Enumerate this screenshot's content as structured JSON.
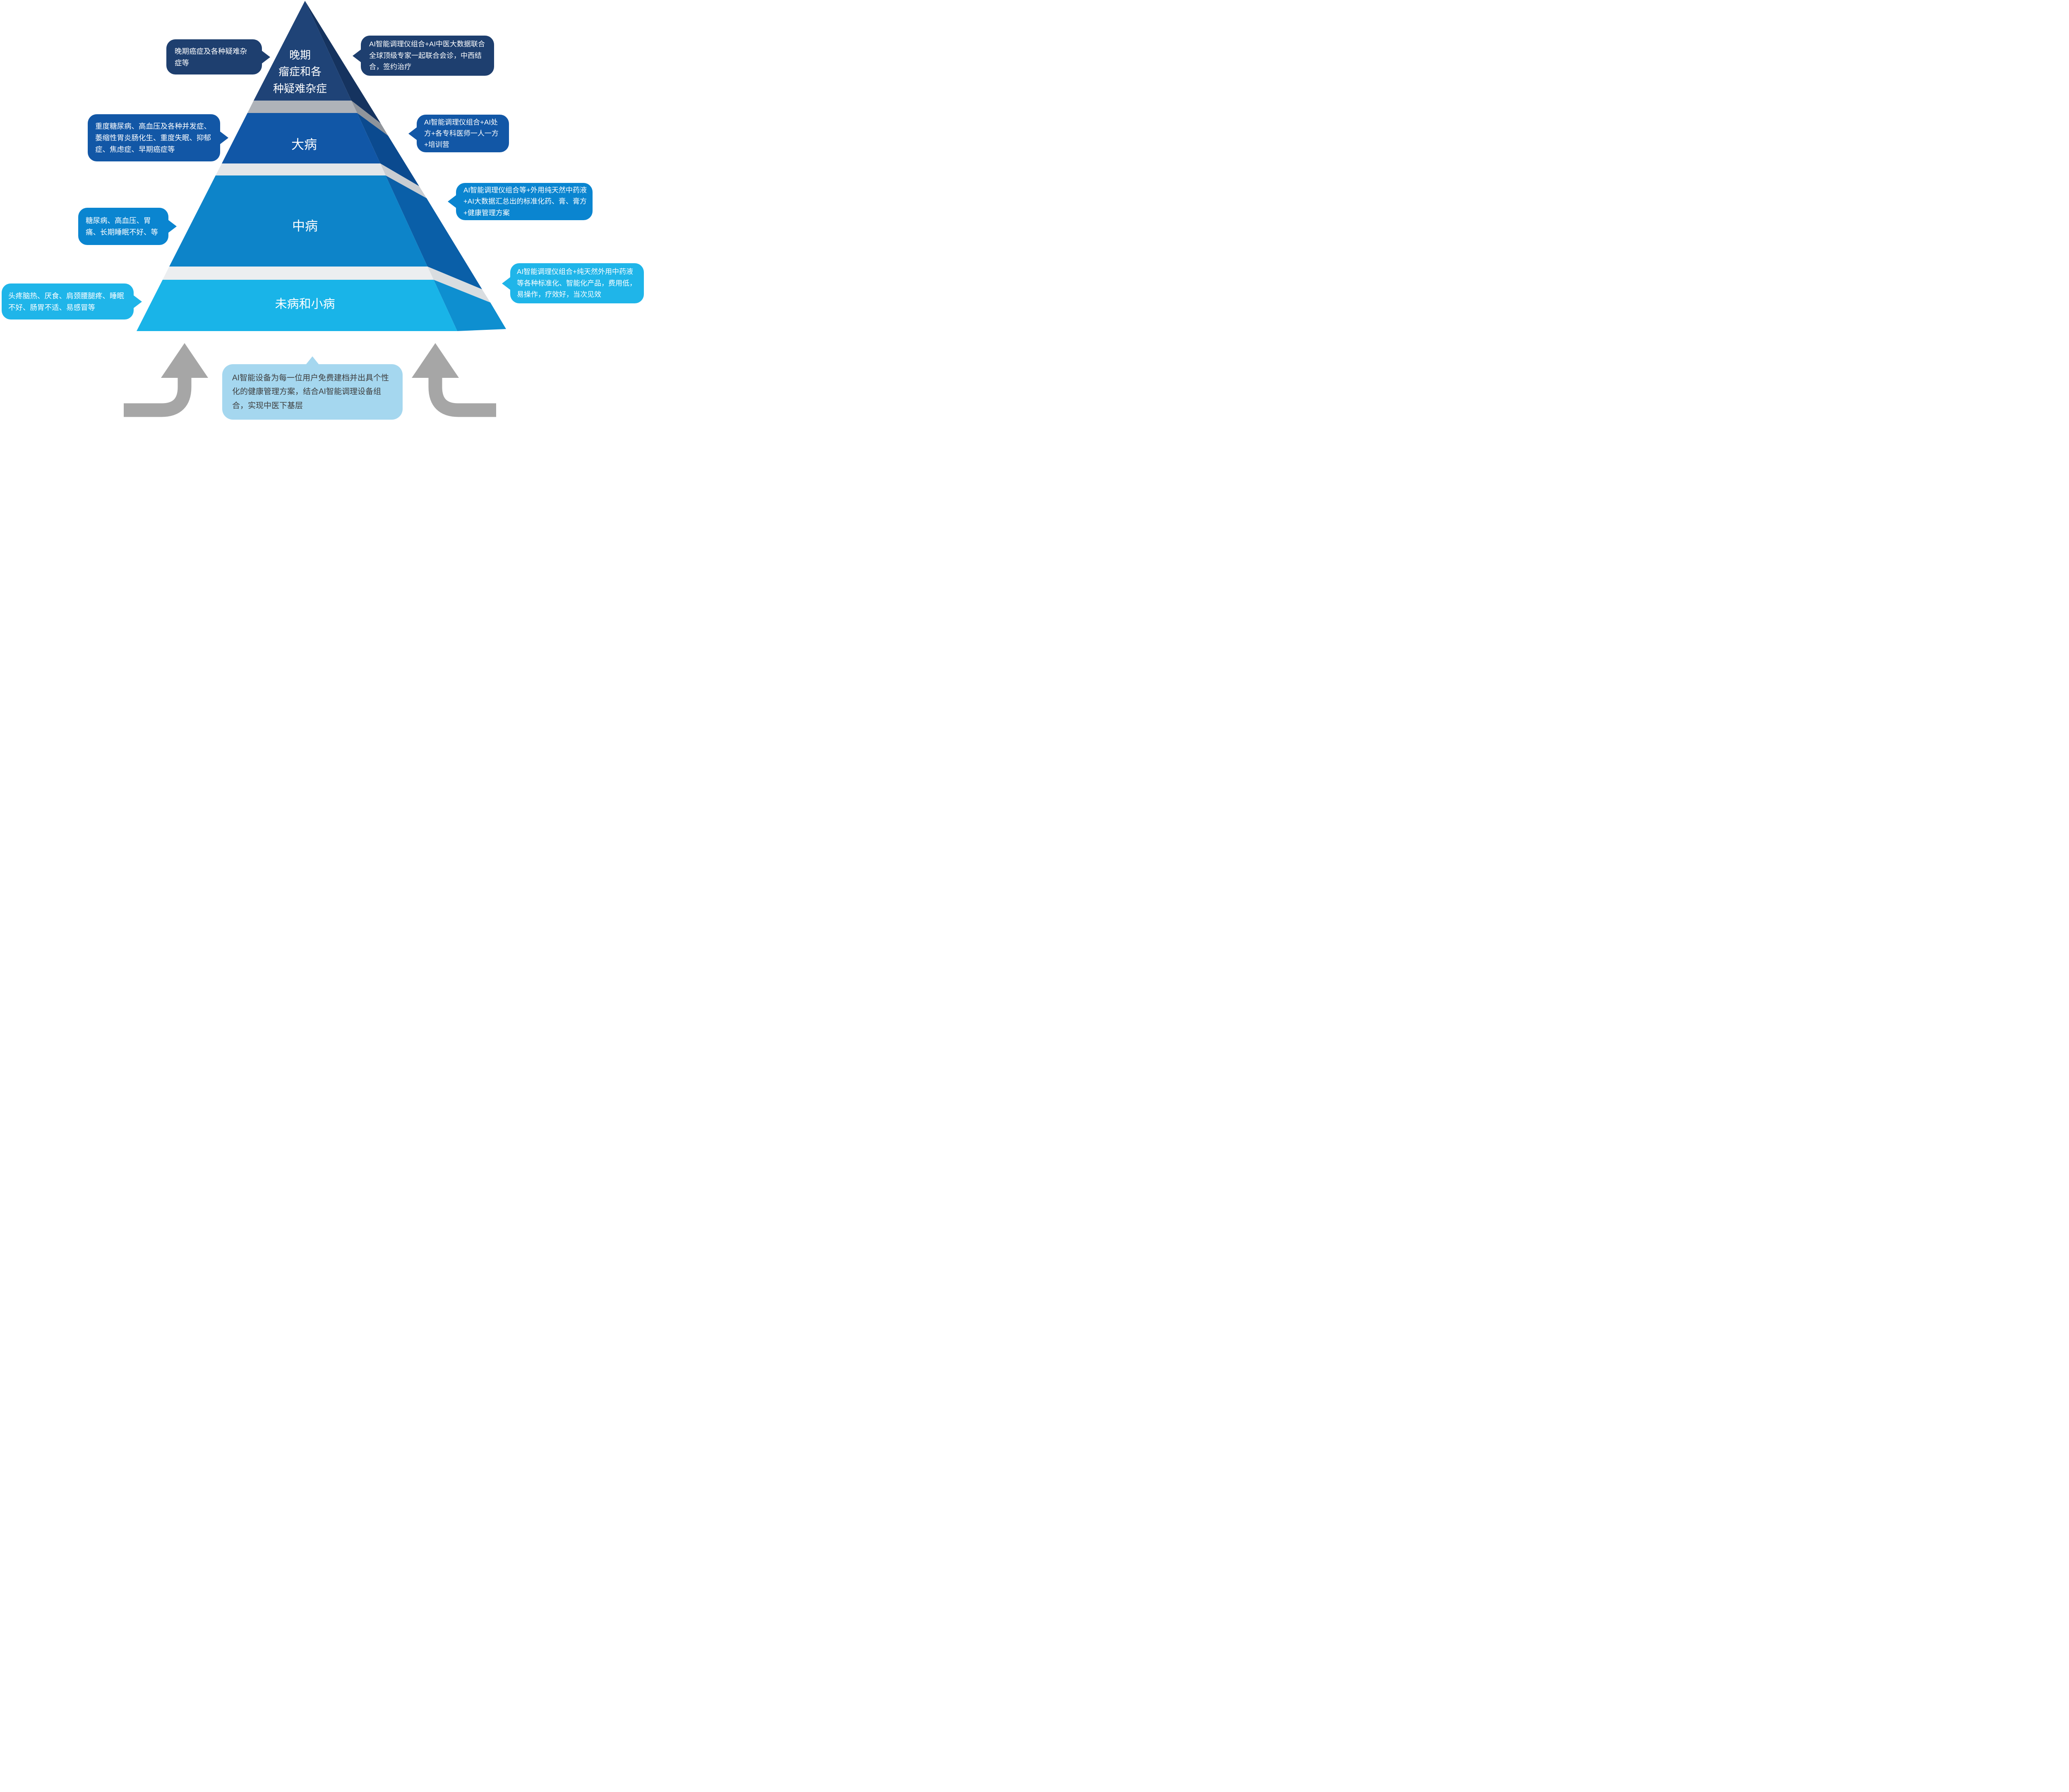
{
  "pyramid": {
    "levels": [
      {
        "label": "晚期\n瘤症和各\n种疑难杂症",
        "front_color": "#1F4377",
        "side_color": "#15335F"
      },
      {
        "label": "大病",
        "front_color": "#1157A7",
        "side_color": "#0B4A8F"
      },
      {
        "label": "中病",
        "front_color": "#0D84C9",
        "side_color": "#0A5FA8"
      },
      {
        "label": "未病和小病",
        "front_color": "#19B4E8",
        "side_color": "#0E8FD0"
      }
    ],
    "separators": [
      {
        "front_color": "#AFB3B9",
        "side_color": "#8F949B"
      },
      {
        "front_color": "#E3E6E9",
        "side_color": "#C9CDD2"
      },
      {
        "front_color": "#ECEEF0",
        "side_color": "#D9DDE0"
      }
    ]
  },
  "callouts": {
    "left": [
      {
        "text": "晚期癌症及各种疑难杂症等",
        "color": "#1E3F6F"
      },
      {
        "text": "重度糖尿病、高血压及各种并发症、萎缩性胃炎肠化生、重度失眠、抑郁症、焦虑症、早期癌症等",
        "color": "#1257A6"
      },
      {
        "text": "糖尿病、高血压、胃痛、长期睡眠不好、等",
        "color": "#0A85D0"
      },
      {
        "text": "头疼脑热、厌食、肩颈腰腿疼、睡眠不好、肠胃不适、易感冒等",
        "color": "#1FB5E9"
      }
    ],
    "right": [
      {
        "text": "AI智能调理仪组合+AI中医大数据联合全球顶级专家一起联合会诊，中西结合，签约治疗",
        "color": "#1E3F6F"
      },
      {
        "text": "AI智能调理仪组合+AI处方+各专科医师一人一方+培训营",
        "color": "#1257A6"
      },
      {
        "text": "AI智能调理仪组合等+外用纯天然中药液+AI大数据汇总出的标准化药、膏、膏方+健康管理方案",
        "color": "#0A85D0"
      },
      {
        "text": "AI智能调理仪组合+纯天然外用中药液等各种标准化、智能化产品，费用低，易操作，疗效好，当次见效",
        "color": "#1FB5E9"
      }
    ],
    "bottom": {
      "text": "AI智能设备为每一位用户免费建档并出具个性化的健康管理方案，结合AI智能调理设备组合，实现中医下基层",
      "color": "#A5D7EF",
      "text_color": "#3D3D3D"
    }
  },
  "arrows": {
    "color": "#A6A6A6"
  }
}
